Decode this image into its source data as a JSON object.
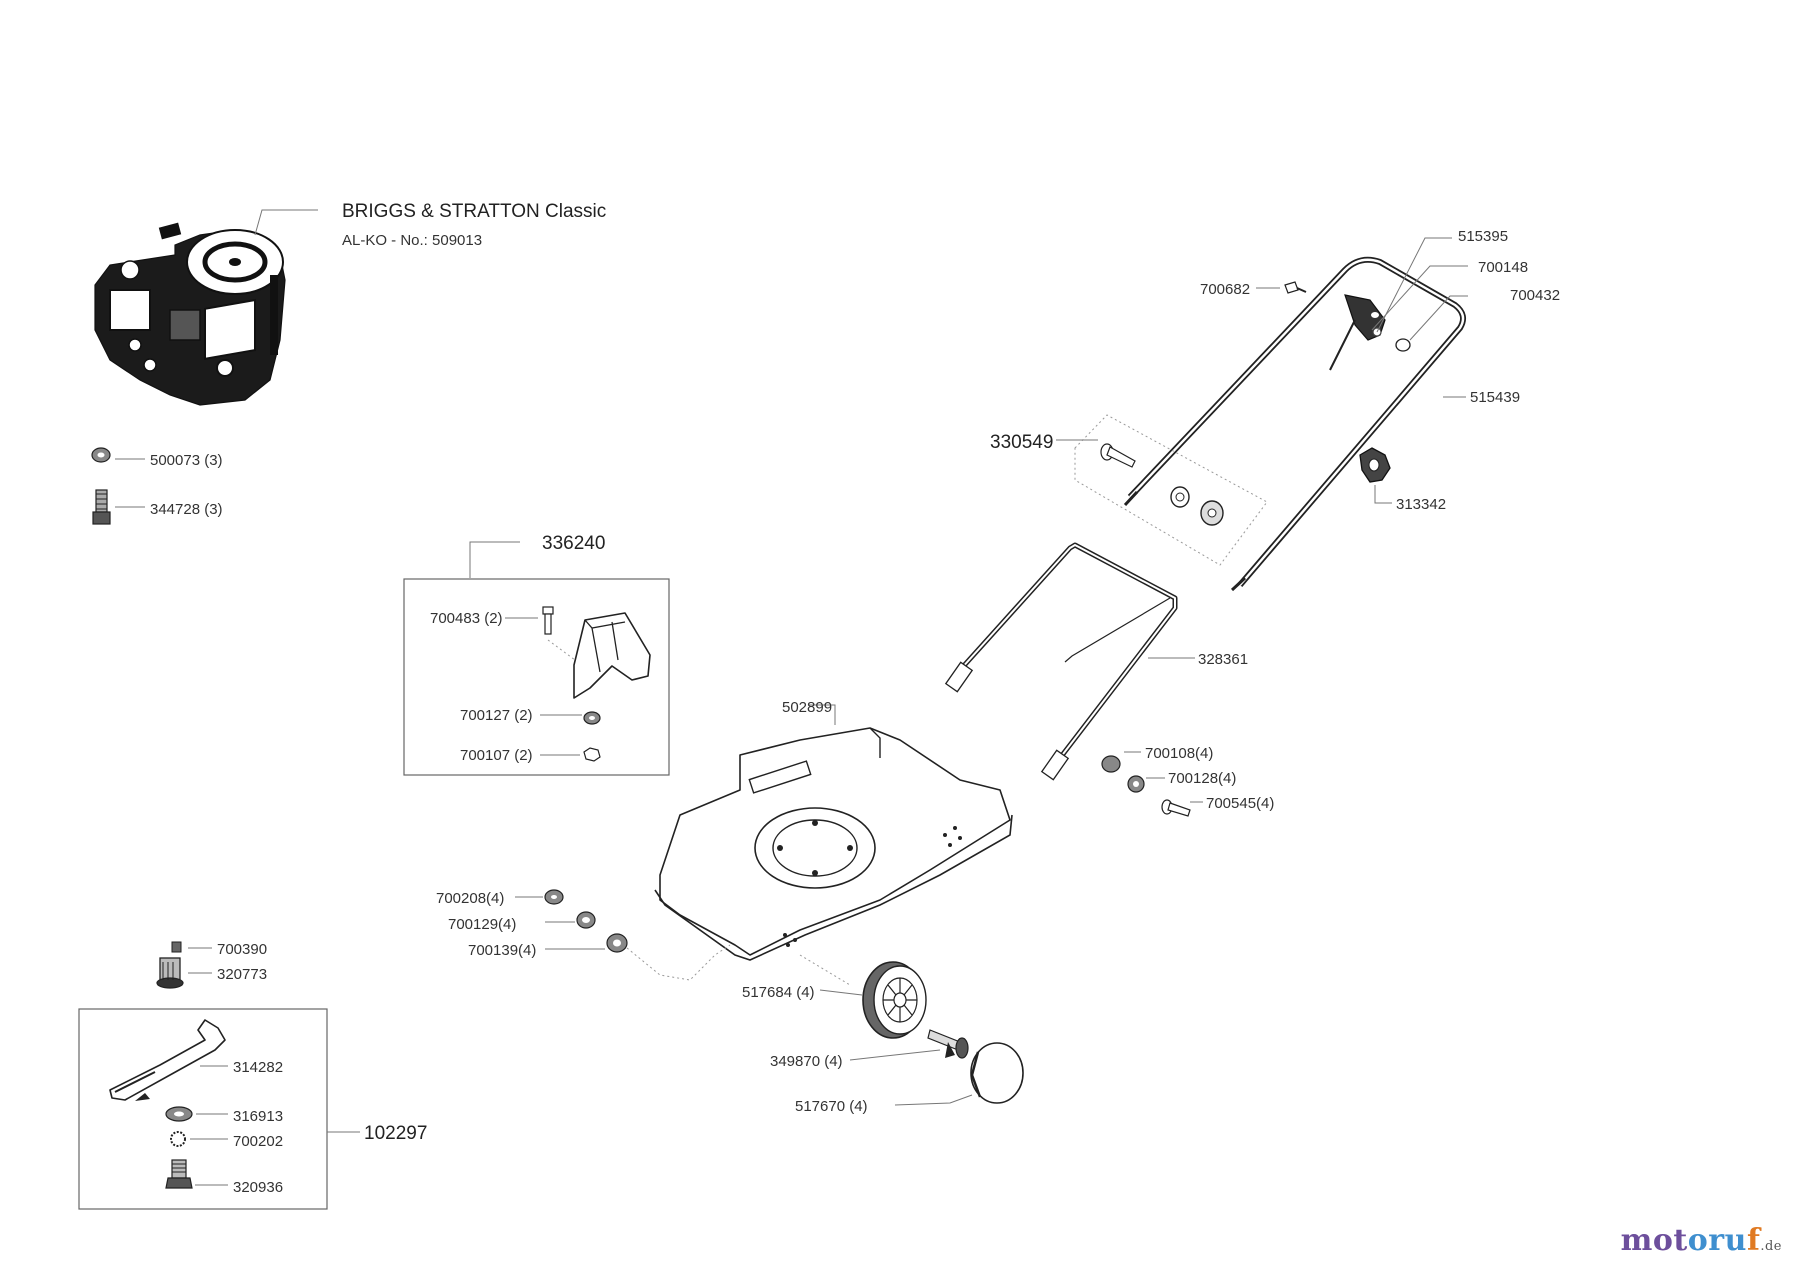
{
  "engine": {
    "title": "BRIGGS & STRATTON Classic",
    "subtitle": "AL-KO - No.: 509013"
  },
  "labels": {
    "p500073": "500073 (3)",
    "p344728": "344728 (3)",
    "p336240": "336240",
    "p700483": "700483 (2)",
    "p700127": "700127 (2)",
    "p700107": "700107 (2)",
    "p700390": "700390",
    "p320773": "320773",
    "p314282": "314282",
    "p316913": "316913",
    "p700202": "700202",
    "p320936": "320936",
    "p102297": "102297",
    "p700208": "700208(4)",
    "p700129": "700129(4)",
    "p700139": "700139(4)",
    "p502899": "502899",
    "p517684": "517684 (4)",
    "p349870": "349870 (4)",
    "p517670": "517670  (4)",
    "p328361": "328361",
    "p700108": "700108(4)",
    "p700128": "700128(4)",
    "p700545": "700545(4)",
    "p330549": "330549",
    "p700682": "700682",
    "p515395": "515395",
    "p700148": "700148",
    "p700432": "700432",
    "p515439": "515439",
    "p313342": "313342"
  },
  "watermark": {
    "part1": "mot",
    "part2": "oru",
    "part3": "f",
    "suffix": ".de"
  }
}
